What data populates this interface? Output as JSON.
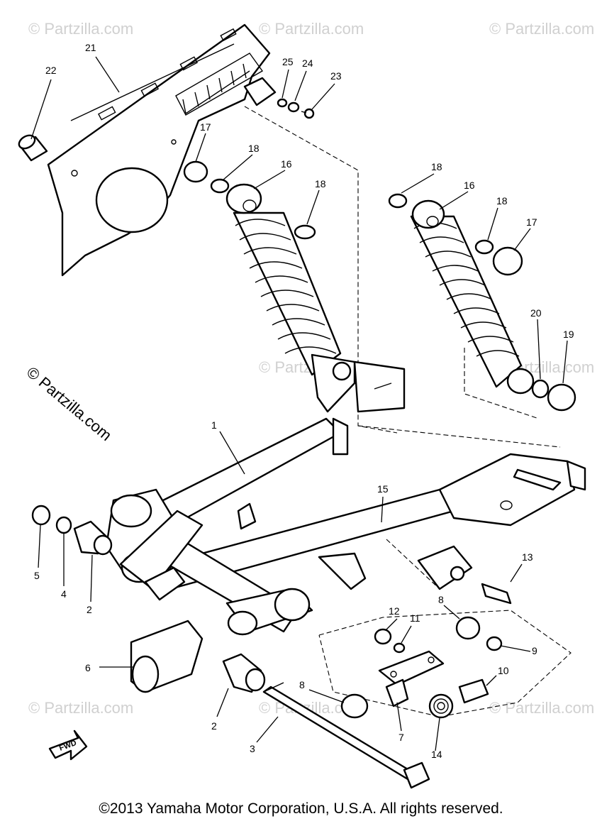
{
  "watermark_text": "© Partzilla.com",
  "fwd_label": "FWD",
  "copyright": "©2013  Yamaha Motor Corporation, U.S.A. All rights reserved.",
  "callouts": {
    "c1": "1",
    "c2a": "2",
    "c2b": "2",
    "c3": "3",
    "c4": "4",
    "c5": "5",
    "c6": "6",
    "c7": "7",
    "c8a": "8",
    "c8b": "8",
    "c9": "9",
    "c10": "10",
    "c11": "11",
    "c12": "12",
    "c13": "13",
    "c14": "14",
    "c15": "15",
    "c16a": "16",
    "c16b": "16",
    "c17a": "17",
    "c17b": "17",
    "c18a": "18",
    "c18b": "18",
    "c18c": "18",
    "c18d": "18",
    "c19": "19",
    "c20": "20",
    "c21": "21",
    "c22": "22",
    "c23": "23",
    "c24": "24",
    "c25": "25"
  }
}
